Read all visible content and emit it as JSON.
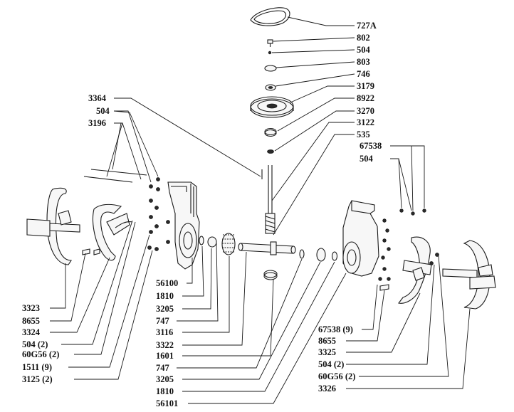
{
  "diagram": {
    "labels_top": [
      "727A",
      "802",
      "504",
      "803",
      "746",
      "3179",
      "8922",
      "3270",
      "3122",
      "535"
    ],
    "labels_upper_left": [
      "3364",
      "504",
      "3196"
    ],
    "labels_upper_right": [
      "67538",
      "504"
    ],
    "labels_center": [
      "56100",
      "1810",
      "3205",
      "747",
      "3116",
      "3322",
      "1601",
      "747",
      "3205",
      "1810",
      "56101"
    ],
    "labels_left": [
      "3323",
      "8655",
      "3324",
      "504 (2)",
      "60G56 (2)",
      "1511 (9)",
      "3125 (2)"
    ],
    "labels_right": [
      "67538 (9)",
      "8655",
      "3325",
      "504 (2)",
      "60G56 (2)",
      "3326"
    ]
  }
}
